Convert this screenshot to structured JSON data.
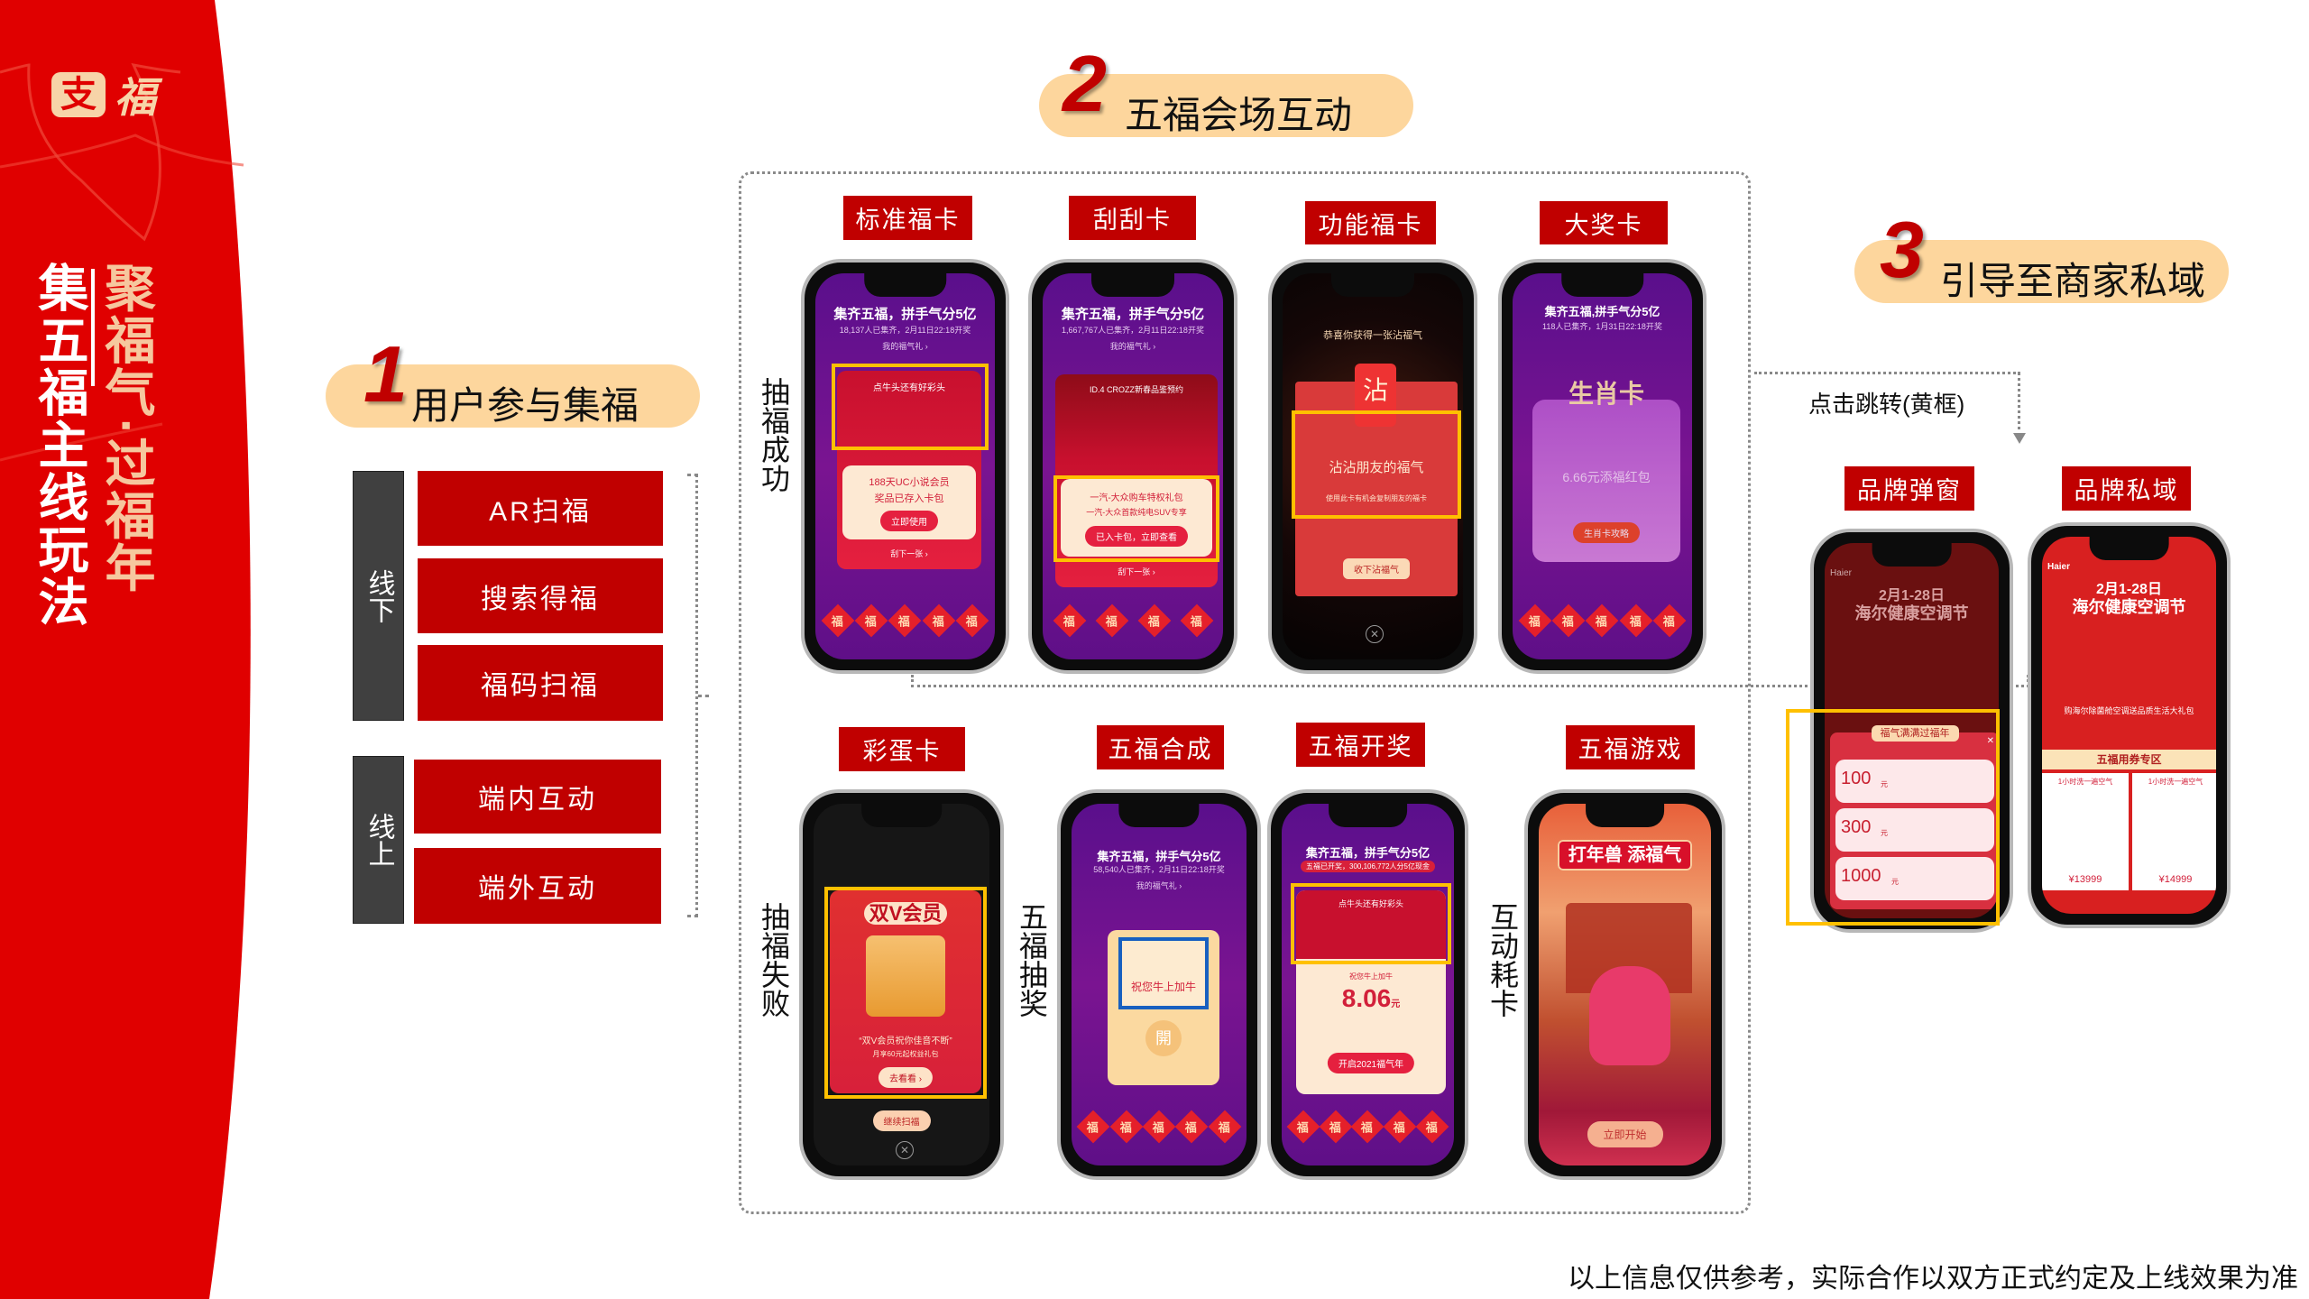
{
  "brand": {
    "logo_left": "支",
    "logo_right": "福",
    "color": "#e00000"
  },
  "sidebar_title": {
    "part1": "聚福气·过福年",
    "part2": "集五福主线玩法"
  },
  "section1": {
    "number": "1",
    "title": "用户参与集福",
    "offline": {
      "label": "线下",
      "items": [
        "AR扫福",
        "搜索得福",
        "福码扫福"
      ]
    },
    "online": {
      "label": "线上",
      "items": [
        "端内互动",
        "端外互动"
      ]
    }
  },
  "section2": {
    "number": "2",
    "title": "五福会场互动",
    "row1_side_label": "抽福成功",
    "row2_side_labels": [
      "抽福失败",
      "五福抽奖",
      "互动耗卡"
    ],
    "cards": [
      {
        "label": "标准福卡",
        "screen": {
          "title": "集齐五福，拼手气分5亿",
          "sub": "18,137人已集齐，2月11日22:18开奖",
          "link": "我的福气礼 ›",
          "banner": "点牛头还有好彩头",
          "prize": "188天UC小说会员",
          "prize_sub": "奖品已存入卡包",
          "button": "立即使用",
          "next": "刮下一张 ›"
        }
      },
      {
        "label": "刮刮卡",
        "screen": {
          "title": "集齐五福，拼手气分5亿",
          "sub": "1,667,767人已集齐，2月11日22:18开奖",
          "link": "我的福气礼 ›",
          "banner": "ID.4 CROZZ新春品鉴预约",
          "prize": "一汽-大众购车特权礼包",
          "prize_sub": "一汽-大众首款纯电SUV专享",
          "button": "已入卡包，立即查看",
          "next": "刮下一张 ›"
        }
      },
      {
        "label": "功能福卡",
        "screen": {
          "title": "恭喜你获得一张沾福气",
          "card_char": "沾",
          "card_title": "沾沾朋友的福气",
          "card_desc": "使用此卡有机会复制朋友的福卡",
          "button": "收下沾福气"
        }
      },
      {
        "label": "大奖卡",
        "screen": {
          "title": "集齐五福,拼手气分5亿",
          "sub": "118人已集齐，1月31日22:18开奖",
          "card": "生肖卡",
          "prize": "6.66元添福红包",
          "button": "生肖卡攻略"
        }
      },
      {
        "label": "彩蛋卡",
        "screen": {
          "title": "双V会员",
          "quote": "“双V会员祝你佳音不断”",
          "desc": "月享60元起权益礼包",
          "button": "去看看 ›",
          "continue": "继续扫福"
        }
      },
      {
        "label": "五福合成",
        "screen": {
          "title": "集齐五福，拼手气分5亿",
          "sub": "58,540人已集齐，2月11日22:18开奖",
          "link": "我的福气礼 ›",
          "wish": "祝您牛上加牛",
          "open": "開"
        }
      },
      {
        "label": "五福开奖",
        "screen": {
          "title": "集齐五福，拼手气分5亿",
          "sub": "五福已开奖，300,106,772人分5亿现金",
          "banner": "点牛头还有好彩头",
          "wish": "祝您牛上加牛",
          "amount": "8.06",
          "unit": "元",
          "button": "开启2021福气年"
        }
      },
      {
        "label": "五福游戏",
        "screen": {
          "title": "打年兽 添福气",
          "button": "立即开始"
        }
      }
    ],
    "fu_icons": [
      "福",
      "福",
      "福",
      "福",
      "福"
    ]
  },
  "section3": {
    "number": "3",
    "title": "引导至商家私域",
    "jump_note": "点击跳转(黄框)",
    "cards": [
      {
        "label": "品牌弹窗",
        "screen": {
          "brand": "Haier",
          "date": "2月1-28日",
          "event": "海尔健康空调节",
          "popup_title": "福气满满过福年",
          "coupons": [
            {
              "value": "100",
              "unit": "元"
            },
            {
              "value": "300",
              "unit": "元"
            },
            {
              "value": "1000",
              "unit": "元"
            }
          ]
        }
      },
      {
        "label": "品牌私域",
        "screen": {
          "brand": "Haier",
          "date": "2月1-28日",
          "event": "海尔健康空调节",
          "gift": "购海尔除菌舱空调送品质生活大礼包",
          "zone": "五福用券专区",
          "products": [
            {
              "title": "1小时洗一遍空气",
              "price": "¥13999"
            },
            {
              "title": "1小时洗一遍空气",
              "price": "¥14999"
            }
          ]
        }
      }
    ]
  },
  "footer": "以上信息仅供参考，实际合作以双方正式约定及上线效果为准",
  "colors": {
    "red": "#c00000",
    "pill": "#fdd69d",
    "highlight": "#ffc000",
    "dark_tag": "#404040"
  }
}
